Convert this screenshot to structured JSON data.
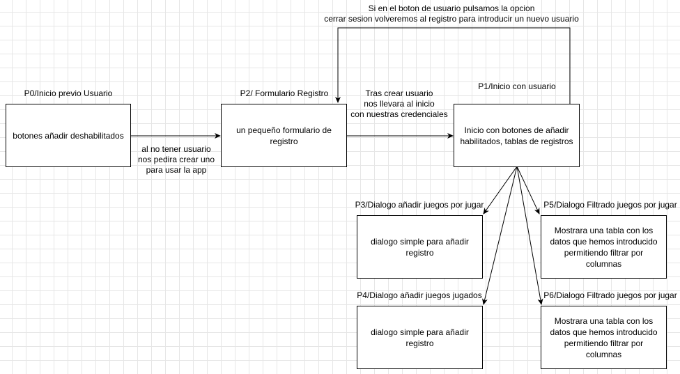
{
  "colors": {
    "stroke": "#000000",
    "background": "#ffffff",
    "grid": "#e6e6e6"
  },
  "nodes": {
    "p0": {
      "title": "P0/Inicio previo Usuario",
      "body": "botones añadir deshabilitados"
    },
    "p2": {
      "title": "P2/ Formulario Registro",
      "body": "un pequeño formulario de registro"
    },
    "p1": {
      "title": "P1/Inicio con usuario",
      "body": "Inicio con botones de añadir habilitados, tablas de registros"
    },
    "p3": {
      "title": "P3/Dialogo añadir juegos por jugar",
      "body": "dialogo simple para añadir registro"
    },
    "p4": {
      "title": "P4/Dialogo añadir juegos jugados",
      "body": "dialogo simple para añadir registro"
    },
    "p5": {
      "title": "P5/Dialogo Filtrado juegos por jugar",
      "body": "Mostrara una tabla con los datos que hemos introducido permitiendo filtrar por columnas"
    },
    "p6": {
      "title": "P6/Dialogo Filtrado juegos por jugar",
      "body": "Mostrara una tabla con los datos que hemos introducido permitiendo filtrar por columnas"
    }
  },
  "edge_labels": {
    "p0_to_p2": [
      "al no tener usuario",
      "nos pedira crear uno",
      "para usar la app"
    ],
    "p2_to_p1": [
      "Tras crear usuario",
      "nos llevara al inicio",
      "con nuestras credenciales"
    ],
    "p1_to_p2": [
      "Si en el boton de usuario pulsamos la opcion",
      "cerrar sesion volveremos al registro para introducir un nuevo usuario"
    ]
  }
}
